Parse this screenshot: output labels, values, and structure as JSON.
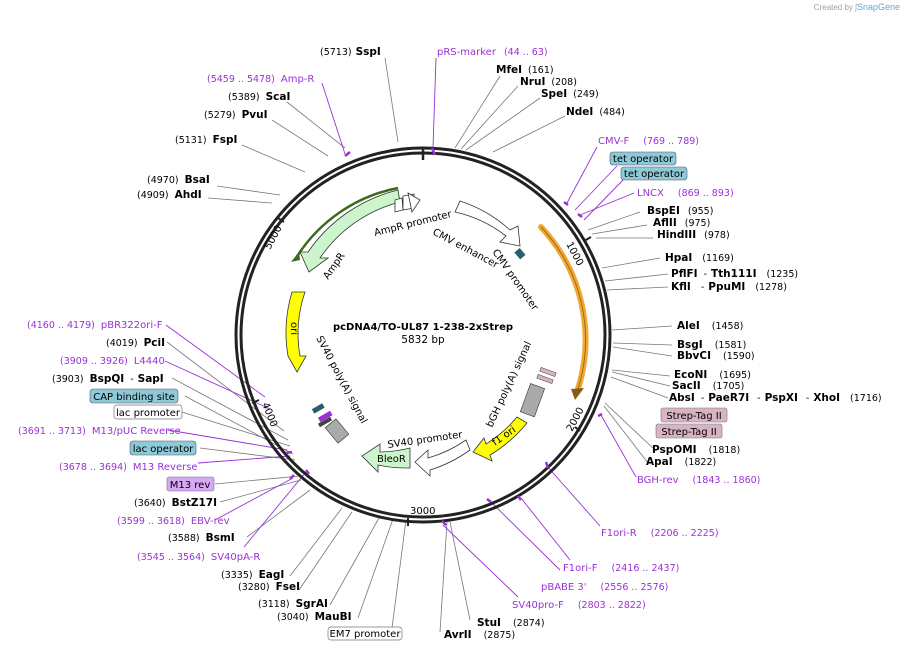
{
  "credit": {
    "prefix": "Created by",
    "brand": "SnapGene"
  },
  "plasmid": {
    "name": "pcDNA4/TO-UL87 1-238-2xStrep",
    "size": "5832 bp"
  },
  "ticks": [
    "1000",
    "2000",
    "3000",
    "4000",
    "5000"
  ],
  "features": {
    "ampr_promoter": "AmpR promoter",
    "ampr": "AmpR",
    "cmv_enhancer": "CMV enhancer",
    "cmv_promoter": "CMV promoter",
    "ori": "ori",
    "sv40_polya": "SV40 poly(A) signal",
    "bgh_polya": "bGH poly(A) signal",
    "f1_ori": "f1 ori",
    "sv40_promoter": "SV40 promoter",
    "bleor": "BleoR"
  },
  "labels": {
    "ssp": {
      "name": "SspI",
      "pos": "(5713)"
    },
    "prs": {
      "name": "pRS-marker",
      "range": "(44 .. 63)"
    },
    "mfe": {
      "name": "MfeI",
      "pos": "(161)"
    },
    "nru": {
      "name": "NruI",
      "pos": "(208)"
    },
    "spe": {
      "name": "SpeI",
      "pos": "(249)"
    },
    "nde": {
      "name": "NdeI",
      "pos": "(484)"
    },
    "ampr_p": {
      "name": "Amp-R",
      "range": "(5459 .. 5478)"
    },
    "sca": {
      "name": "ScaI",
      "pos": "(5389)"
    },
    "pvu": {
      "name": "PvuI",
      "pos": "(5279)"
    },
    "fsp": {
      "name": "FspI",
      "pos": "(5131)"
    },
    "bsa": {
      "name": "BsaI",
      "pos": "(4970)"
    },
    "ahd": {
      "name": "AhdI",
      "pos": "(4909)"
    },
    "cmvf": {
      "name": "CMV-F",
      "range": "(769 .. 789)"
    },
    "teto1": {
      "name": "tet operator"
    },
    "teto2": {
      "name": "tet operator"
    },
    "lncx": {
      "name": "LNCX",
      "range": "(869 .. 893)"
    },
    "bspe": {
      "name": "BspEI",
      "pos": "(955)"
    },
    "afl2": {
      "name": "AflII",
      "pos": "(975)"
    },
    "hind": {
      "name": "HindIII",
      "pos": "(978)"
    },
    "hpa": {
      "name": "HpaI",
      "pos": "(1169)"
    },
    "pfl": {
      "name": "PflFI",
      "sep": "-",
      "name2": "Tth111I",
      "pos": "(1235)"
    },
    "kfl": {
      "name": "KflI",
      "sep": "-",
      "name2": "PpuMI",
      "pos": "(1278)"
    },
    "ale": {
      "name": "AleI",
      "pos": "(1458)"
    },
    "bsg": {
      "name": "BsgI",
      "pos": "(1581)"
    },
    "bbv": {
      "name": "BbvCI",
      "pos": "(1590)"
    },
    "eco": {
      "name": "EcoNI",
      "pos": "(1695)"
    },
    "sac": {
      "name": "SacII",
      "pos": "(1705)"
    },
    "abs": {
      "name": "AbsI",
      "sep1": "-",
      "name2": "PaeR7I",
      "sep2": "-",
      "name3": "PspXI",
      "sep3": "-",
      "name4": "XhoI",
      "pos": "(1716)"
    },
    "strep1": {
      "name": "Strep-Tag II"
    },
    "strep2": {
      "name": "Strep-Tag II"
    },
    "pspom": {
      "name": "PspOMI",
      "pos": "(1818)"
    },
    "apa": {
      "name": "ApaI",
      "pos": "(1822)"
    },
    "bghrev": {
      "name": "BGH-rev",
      "range": "(1843 .. 1860)"
    },
    "f1orir": {
      "name": "F1ori-R",
      "range": "(2206 .. 2225)"
    },
    "f1orif": {
      "name": "F1ori-F",
      "range": "(2416 .. 2437)"
    },
    "pbabe": {
      "name": "pBABE 3'",
      "range": "(2556 .. 2576)"
    },
    "sv40prof": {
      "name": "SV40pro-F",
      "range": "(2803 .. 2822)"
    },
    "stu": {
      "name": "StuI",
      "pos": "(2874)"
    },
    "avr": {
      "name": "AvrII",
      "pos": "(2875)"
    },
    "em7": {
      "name": "EM7 promoter"
    },
    "mau": {
      "name": "MauBI",
      "pos": "(3040)"
    },
    "sgra": {
      "name": "SgrAI",
      "pos": "(3118)"
    },
    "fse": {
      "name": "FseI",
      "pos": "(3280)"
    },
    "eag": {
      "name": "EagI",
      "pos": "(3335)"
    },
    "sv40pa": {
      "name": "SV40pA-R",
      "range": "(3545 .. 3564)"
    },
    "bsm": {
      "name": "BsmI",
      "pos": "(3588)"
    },
    "ebv": {
      "name": "EBV-rev",
      "range": "(3599 .. 3618)"
    },
    "bstz": {
      "name": "BstZ17I",
      "pos": "(3640)"
    },
    "m13rev": {
      "name": "M13 rev"
    },
    "m13r": {
      "name": "M13 Reverse",
      "range": "(3678 .. 3694)"
    },
    "laco": {
      "name": "lac operator"
    },
    "m13puc": {
      "name": "M13/pUC Reverse",
      "range": "(3691 .. 3713)"
    },
    "lacp": {
      "name": "lac promoter"
    },
    "cap": {
      "name": "CAP binding site"
    },
    "bspq": {
      "name": "BspQI",
      "sep": "-",
      "name2": "SapI",
      "pos": "(3903)"
    },
    "l4440": {
      "name": "L4440",
      "range": "(3909 .. 3926)"
    },
    "pci": {
      "name": "PciI",
      "pos": "(4019)"
    },
    "pbr": {
      "name": "pBR322ori-F",
      "range": "(4160 .. 4179)"
    }
  },
  "colors": {
    "primer": "#9b30d8",
    "ampr_fill": "#ccf5cc",
    "ori_fill": "#ffff00",
    "gray": "#aaaaaa",
    "operator": "#8ec9d8",
    "strep": "#d9b3c4",
    "m13rev": "#d7a8f5",
    "orange": "#f0a020"
  }
}
